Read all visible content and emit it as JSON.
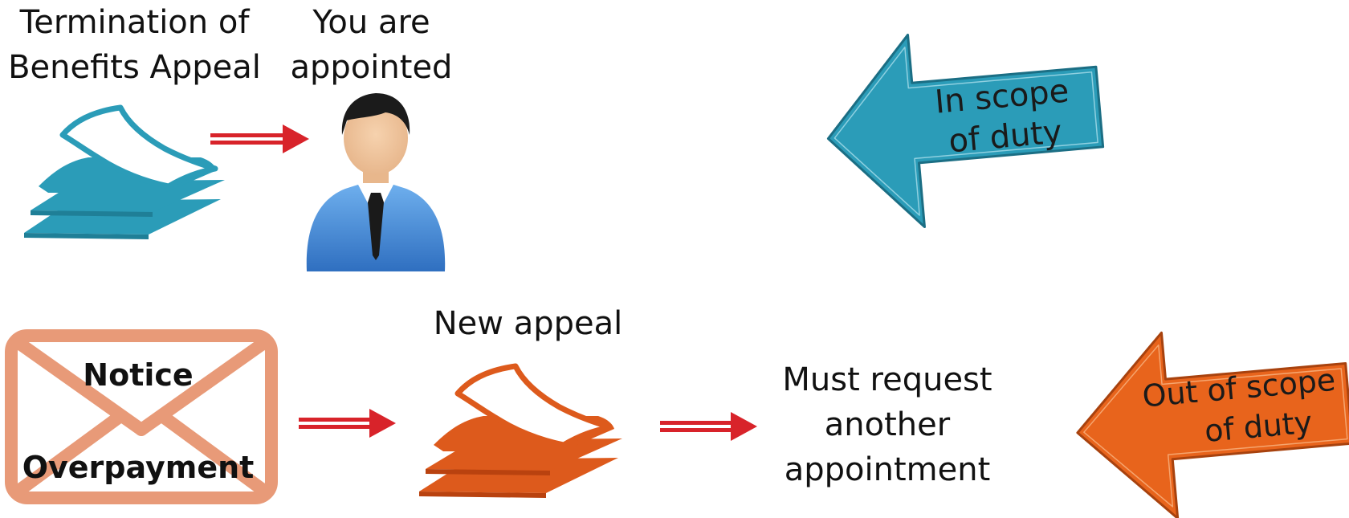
{
  "top_row": {
    "document_label_line1": "Termination of",
    "document_label_line2": "Benefits Appeal",
    "person_label_line1": "You are",
    "person_label_line2": "appointed",
    "scope_arrow_line1": "In scope",
    "scope_arrow_line2": "of duty"
  },
  "bottom_row": {
    "envelope_line1": "Notice",
    "envelope_line2": "Overpayment",
    "new_appeal_label": "New appeal",
    "request_line1": "Must request",
    "request_line2": "another",
    "request_line3": "appointment",
    "scope_arrow_line1": "Out of scope",
    "scope_arrow_line2": "of duty"
  },
  "colors": {
    "teal": "#2b9cb8",
    "orange": "#dd5a1c",
    "envelope": "#e89a78",
    "flow_arrow": "#d8232a",
    "person_suit": "#3f86d4"
  },
  "icons": {
    "top_document": "document-stack-icon",
    "person": "businessman-avatar-icon",
    "envelope": "envelope-icon",
    "bottom_document": "document-stack-icon"
  }
}
